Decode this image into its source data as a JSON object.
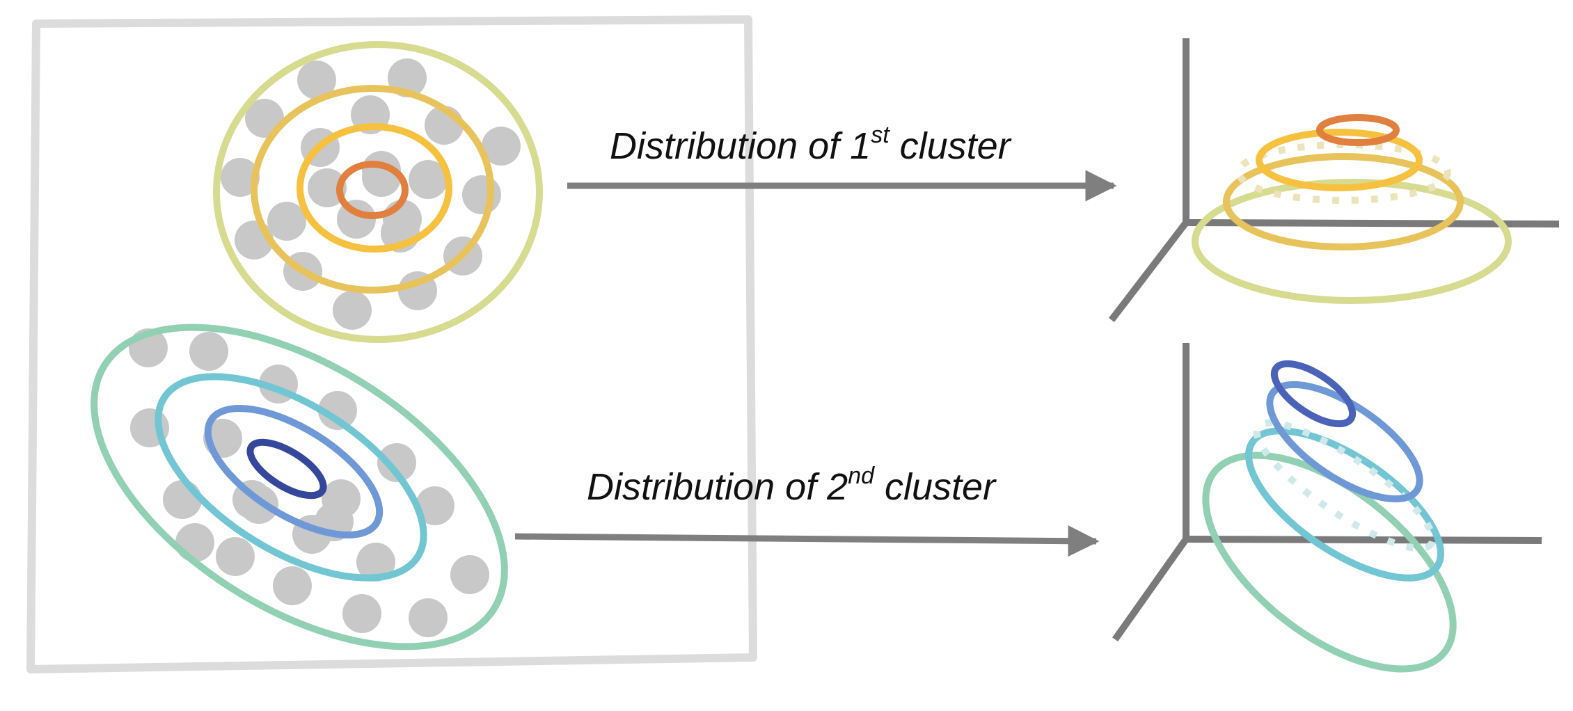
{
  "labels": {
    "cluster1": {
      "prefix": "Distribution of 1",
      "sup": "st",
      "suffix": " cluster"
    },
    "cluster2": {
      "prefix": "Distribution of 2",
      "sup": "nd",
      "suffix": " cluster"
    }
  },
  "colors": {
    "frame": "#dcdcdc",
    "points": "#c8c8c8",
    "axis": "#7a7a7a",
    "arrow": "#7f7f7f",
    "cluster1_rings": [
      "#d7db8f",
      "#e8c35c",
      "#f6c13f",
      "#e07f3e"
    ],
    "cluster2_rings": [
      "#92d0b4",
      "#72c6d3",
      "#6f98d6",
      "#34479a"
    ]
  },
  "clusters": [
    {
      "name": "cluster-1",
      "ring_count": 4,
      "point_count": 22
    },
    {
      "name": "cluster-2",
      "ring_count": 4,
      "point_count": 21
    }
  ]
}
